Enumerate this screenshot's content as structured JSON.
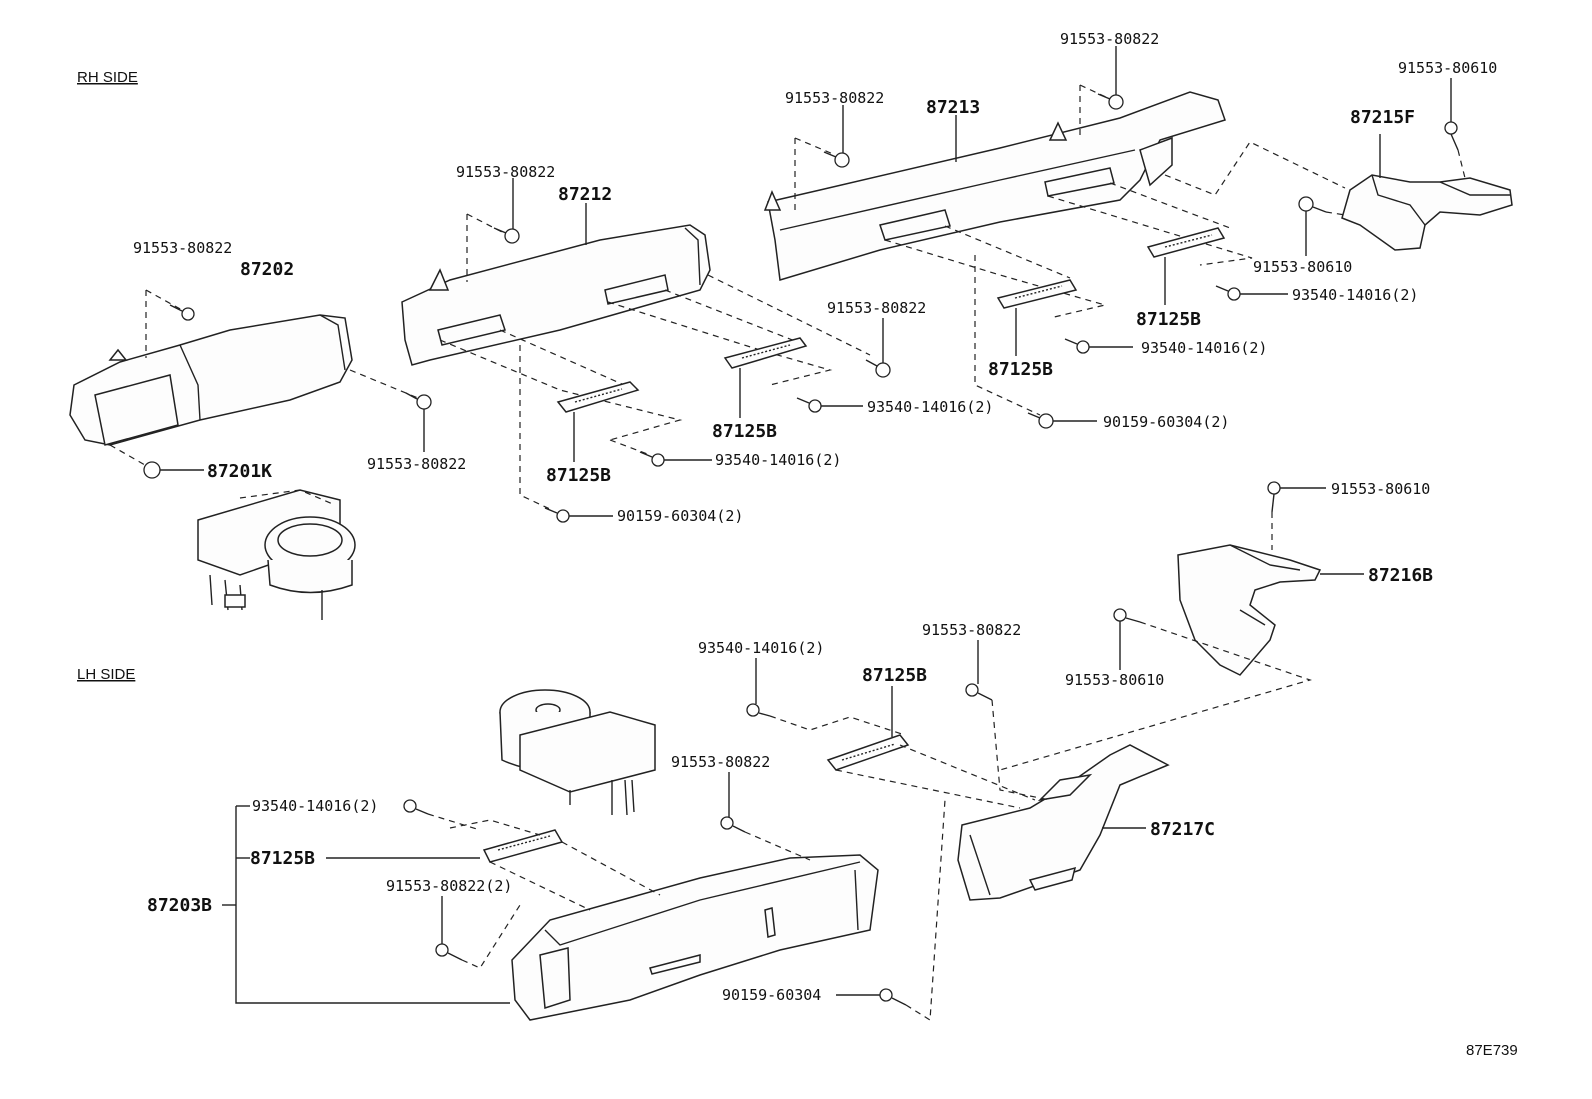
{
  "sections": {
    "rh_side": "RH SIDE",
    "lh_side": "LH SIDE"
  },
  "diagram_code": "87E739",
  "rh": {
    "duct_87202": "87202",
    "plug_87201k": "87201K",
    "duct_87212": "87212",
    "duct_87213": "87213",
    "duct_87215f": "87215F",
    "b1": "91553-80822",
    "b2": "91553-80822",
    "b3": "91553-80822",
    "b4": "91553-80822",
    "b5": "91553-80822",
    "b6": "91553-80822",
    "b7": "91553-80610",
    "b8": "91553-80610",
    "reg1": "87125B",
    "reg2": "87125B",
    "reg3": "87125B",
    "reg4": "87125B",
    "s1": "93540-14016(2)",
    "s2": "93540-14016(2)",
    "s3": "93540-14016(2)",
    "s4": "93540-14016(2)",
    "c1": "90159-60304(2)",
    "c2": "90159-60304(2)"
  },
  "lh": {
    "duct_87216b": "87216B",
    "duct_87217c": "87217C",
    "duct_87203b": "87203B",
    "b1": "91553-80610",
    "b2": "91553-80610",
    "b3": "91553-80822",
    "b4": "91553-80822",
    "b5": "91553-80822(2)",
    "reg1": "87125B",
    "reg2": "87125B",
    "s1": "93540-14016(2)",
    "s2": "93540-14016(2)",
    "c1": "90159-60304"
  }
}
